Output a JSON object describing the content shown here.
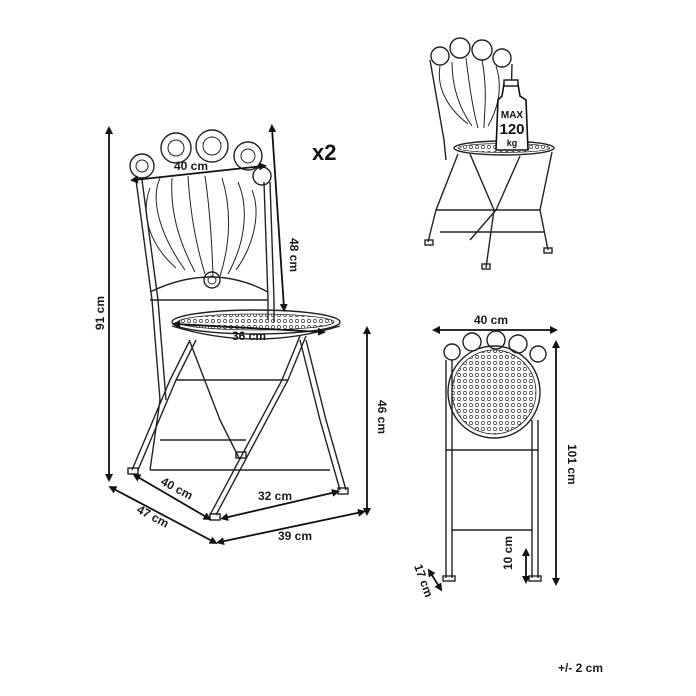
{
  "quantity_label": "x2",
  "tolerance_label": "+/- 2 cm",
  "max_load": {
    "line1": "MAX",
    "line2": "120",
    "line3": "kg"
  },
  "side_view": {
    "backrest_width": "40 cm",
    "backrest_height": "48 cm",
    "total_height": "91 cm",
    "seat_diameter": "36 cm",
    "seat_height": "46 cm",
    "base_depth_inner": "40 cm",
    "base_depth_outer": "47 cm",
    "base_width_inner": "32 cm",
    "base_width_outer": "39 cm"
  },
  "folded_view": {
    "width": "40 cm",
    "height": "101 cm",
    "foot_depth": "17 cm",
    "foot_height": "10 cm"
  }
}
